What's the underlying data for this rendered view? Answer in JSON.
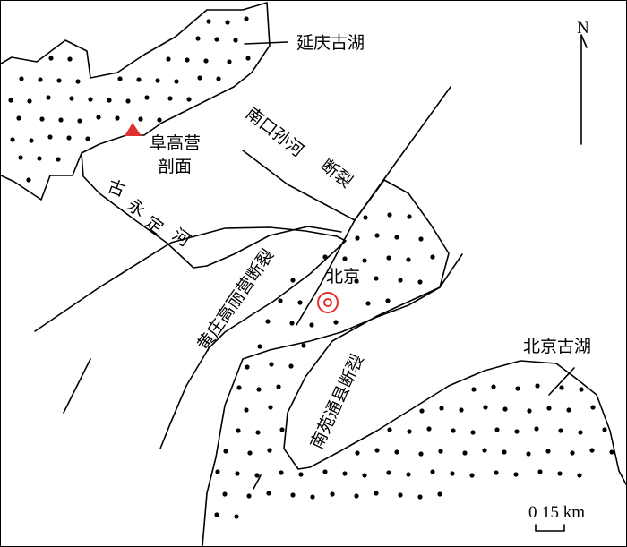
{
  "labels": {
    "yanqing_lake": "延庆古湖",
    "section_line1": "阜高营",
    "section_line2": "剖面",
    "nankou_fault": "南口孙河",
    "nankou_fault_suffix": "断裂",
    "yongding_1": "古",
    "yongding_2": "永",
    "yongding_3": "定",
    "yongding_4": "河",
    "huangzhuang_fault": "黄庄高丽营断裂",
    "beijing": "北京",
    "nanyuan_fault": "南苑通县断裂",
    "beijing_lake": "北京古湖"
  },
  "north_arrow": {
    "label": "N"
  },
  "scale_bar": {
    "zero": "0",
    "distance": "15 km"
  },
  "colors": {
    "site_marker": "#e03030",
    "city_marker": "#e03030",
    "lake_dots": "#000000",
    "lines": "#000000"
  },
  "icons": {
    "site_marker": "red-triangle-icon",
    "city_marker": "bullseye-icon"
  }
}
